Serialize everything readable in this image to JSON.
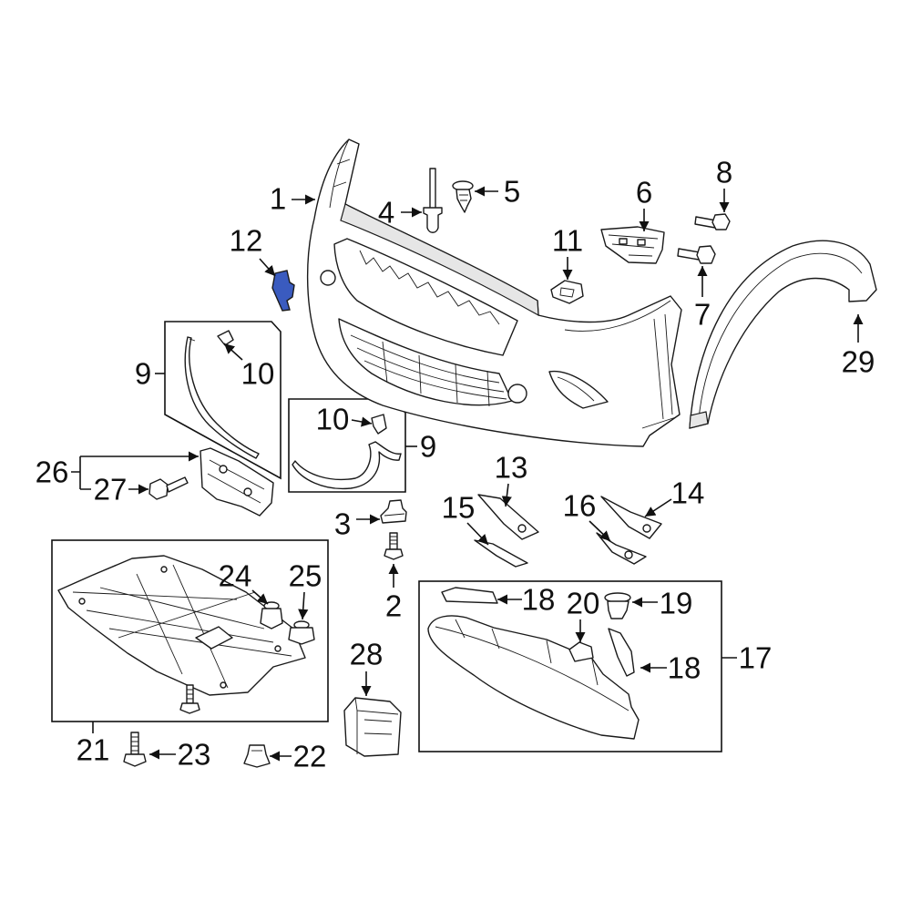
{
  "callouts": [
    "1",
    "4",
    "5",
    "6",
    "8",
    "12",
    "11",
    "7",
    "29",
    "9",
    "10",
    "10",
    "9",
    "26",
    "27",
    "13",
    "14",
    "15",
    "16",
    "3",
    "2",
    "24",
    "25",
    "18",
    "20",
    "19",
    "18",
    "17",
    "28",
    "21",
    "23",
    "22"
  ],
  "highlighted_callout": "12",
  "colors": {
    "line": "#111111",
    "part_fill": "#ffffff",
    "highlight": "#3a5bbf",
    "background": "#ffffff"
  }
}
